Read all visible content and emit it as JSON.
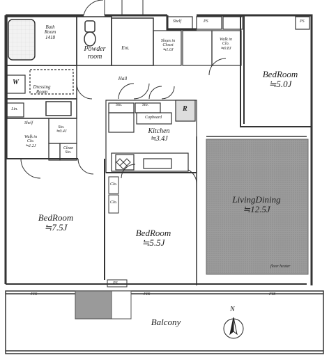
{
  "rooms": {
    "bath": {
      "name": "Bath",
      "name2": "Room",
      "size": "1418"
    },
    "powder": {
      "name": "Powder",
      "name2": "room"
    },
    "ent": {
      "name": "Ent."
    },
    "shoes": {
      "name": "Shoes in",
      "name2": "Closet",
      "size": "≒1.0J"
    },
    "walkin_top": {
      "name": "Walk in",
      "name2": "Clo.",
      "size": "≒0.8J"
    },
    "bedroom_top": {
      "name": "BedRoom",
      "size": "≒5.0J"
    },
    "dressing": {
      "name": "Dressing",
      "name2": "Room"
    },
    "hall": {
      "name": "Hall"
    },
    "lin": {
      "name": "Lin."
    },
    "sto_small": {
      "name": "Sto.",
      "size": "≒0.4J"
    },
    "walkin_left": {
      "name": "Walk in",
      "name2": "Clo.",
      "size": "≒1.2J"
    },
    "clean_sto": {
      "name": "Clean",
      "name2": "Sto."
    },
    "kitchen": {
      "name": "Kitchen",
      "size": "≒3.4J"
    },
    "cupboard": {
      "name": "Cupboard"
    },
    "living": {
      "name": "LivingDining",
      "size": "≒12.5J"
    },
    "bedroom_left": {
      "name": "BedRoom",
      "size": "≒7.5J"
    },
    "bedroom_mid": {
      "name": "BedRoom",
      "size": "≒5.5J"
    },
    "balcony": {
      "name": "Balcony"
    }
  },
  "labels": {
    "shelf": "Shelf",
    "ps": "PS",
    "sto": "Sto.",
    "clo": "Clo.",
    "fix": "FIX",
    "floor_heater": "floor heater",
    "w": "W",
    "r": "R",
    "compass_n": "N"
  }
}
